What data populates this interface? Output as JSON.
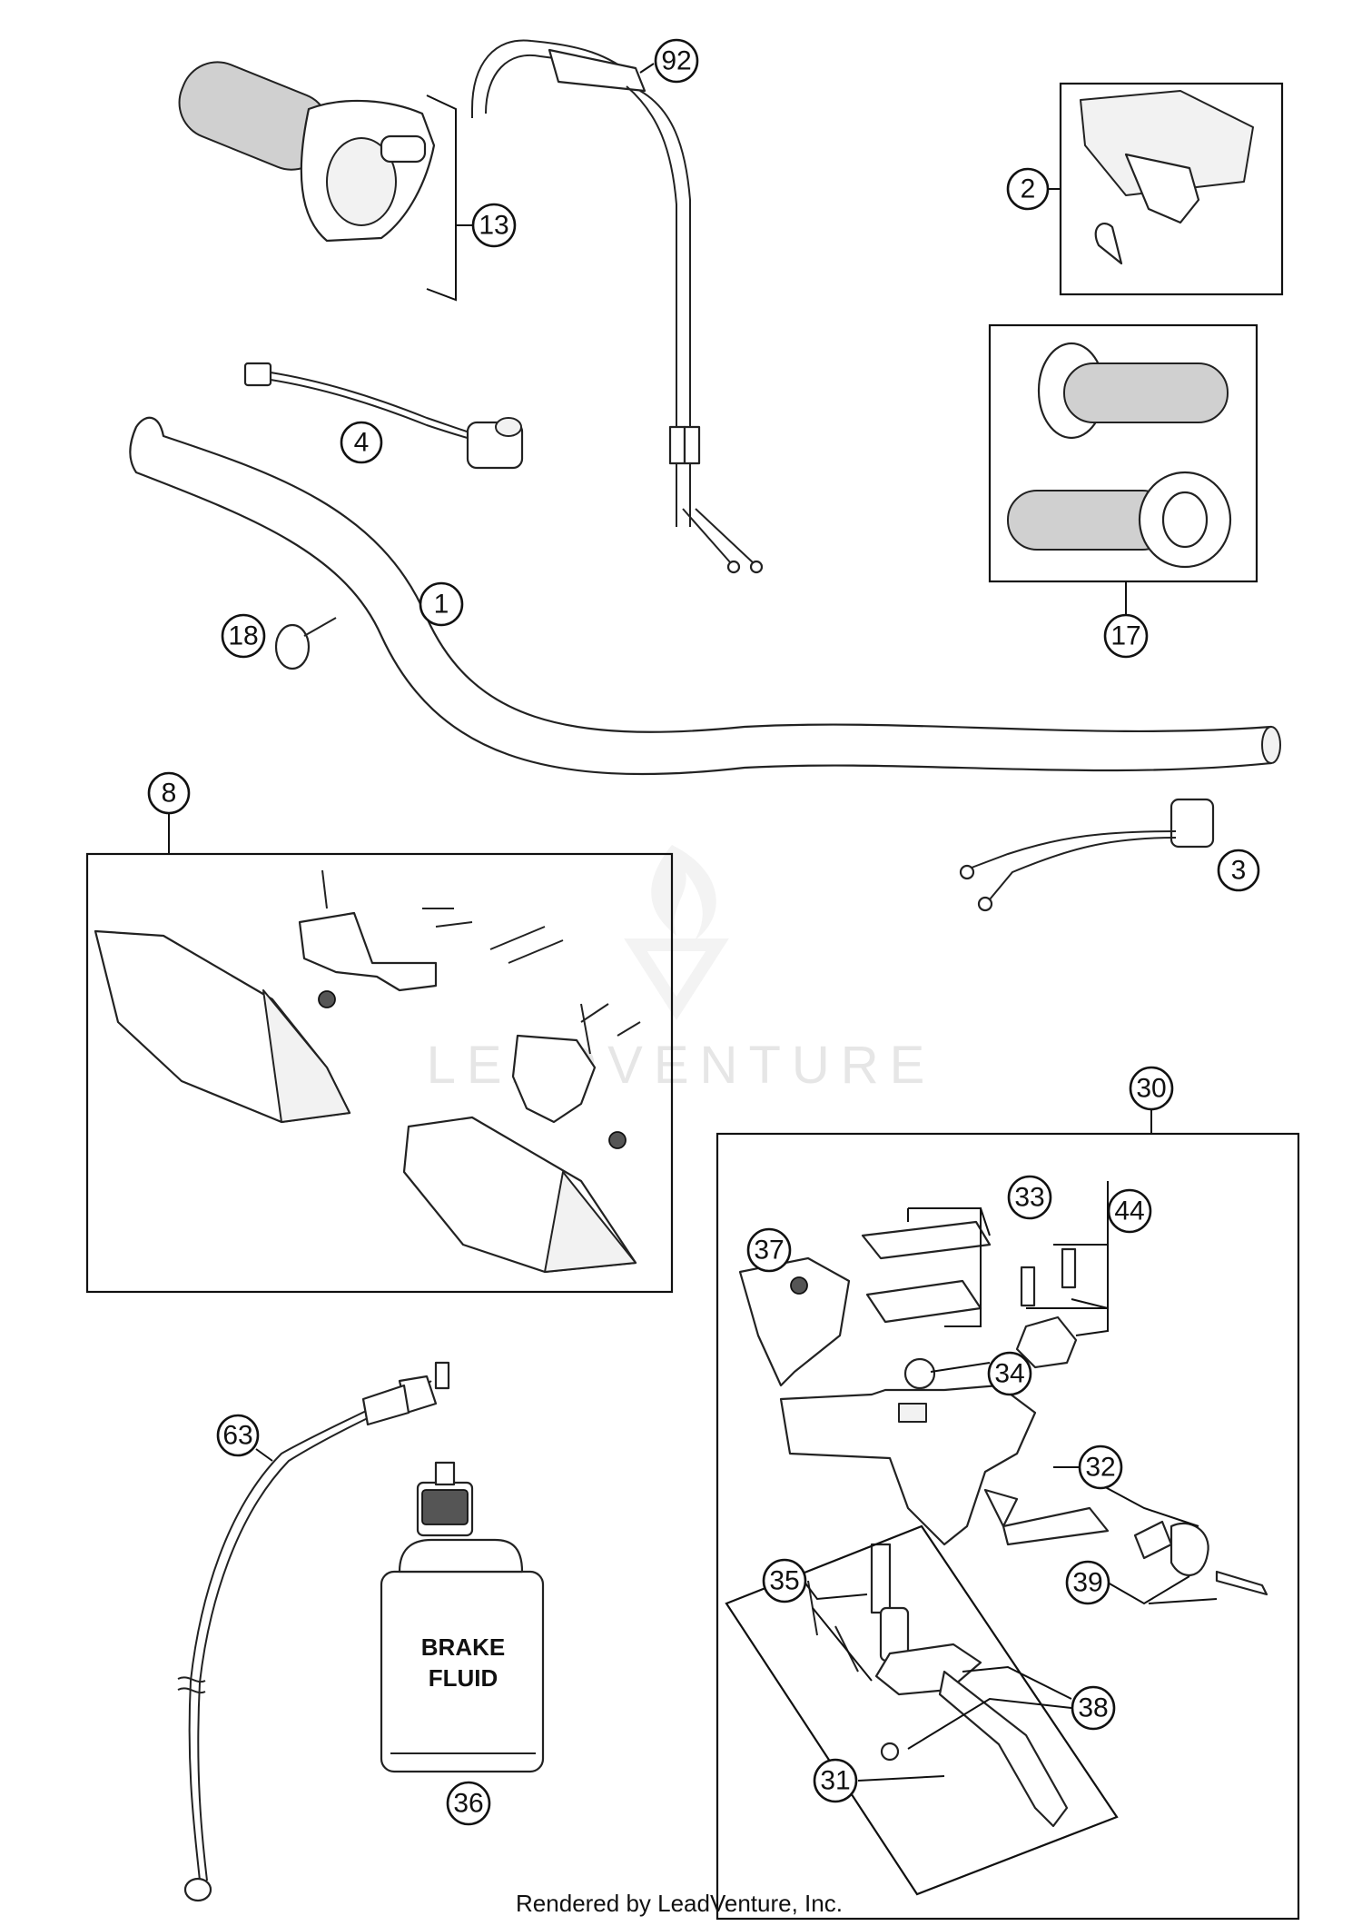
{
  "callouts": {
    "c1": "1",
    "c2": "2",
    "c3": "3",
    "c4": "4",
    "c8": "8",
    "c13": "13",
    "c17": "17",
    "c18": "18",
    "c30": "30",
    "c31": "31",
    "c32": "32",
    "c33": "33",
    "c34": "34",
    "c35": "35",
    "c36": "36",
    "c37": "37",
    "c38": "38",
    "c39": "39",
    "c44": "44",
    "c63": "63",
    "c92": "92"
  },
  "brake_fluid_can": {
    "line1": "BRAKE",
    "line2": "FLUID"
  },
  "watermark": "LEADVENTURE",
  "footer": {
    "credit": "Rendered by LeadVenture, Inc."
  }
}
